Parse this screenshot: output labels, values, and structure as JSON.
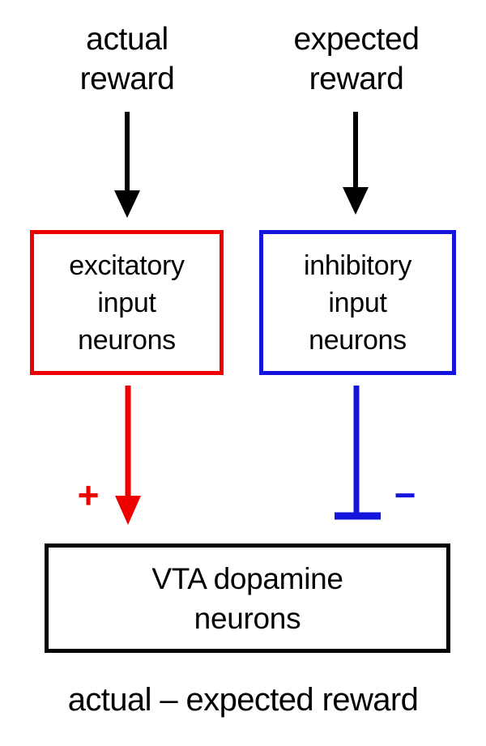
{
  "diagram": {
    "title_caption": "actual – expected reward",
    "background_color": "#ffffff",
    "colors": {
      "excitatory": "#ee0000",
      "inhibitory": "#1414dc",
      "neutral": "#000000"
    },
    "sources": [
      {
        "id": "actual-reward",
        "label": "actual\nreward",
        "arrow_icon": "down-arrow-icon",
        "arrow_color": "#000000"
      },
      {
        "id": "expected-reward",
        "label": "expected\nreward",
        "arrow_icon": "down-arrow-icon",
        "arrow_color": "#000000"
      }
    ],
    "input_boxes": [
      {
        "id": "excitatory-input-neurons",
        "label": "excitatory\ninput\nneurons",
        "border_color": "#ee0000"
      },
      {
        "id": "inhibitory-input-neurons",
        "label": "inhibitory\ninput\nneurons",
        "border_color": "#1414dc"
      }
    ],
    "connectors": [
      {
        "id": "excitatory-connector",
        "type": "excitatory-arrow",
        "icon": "down-arrow-icon",
        "color": "#ee0000",
        "sign": "+"
      },
      {
        "id": "inhibitory-connector",
        "type": "inhibitory-tbar",
        "icon": "inhibition-tbar-icon",
        "color": "#1414dc",
        "sign": "−"
      }
    ],
    "output_box": {
      "id": "vta-dopamine-neurons",
      "label": "VTA dopamine\nneurons",
      "border_color": "#000000"
    }
  }
}
